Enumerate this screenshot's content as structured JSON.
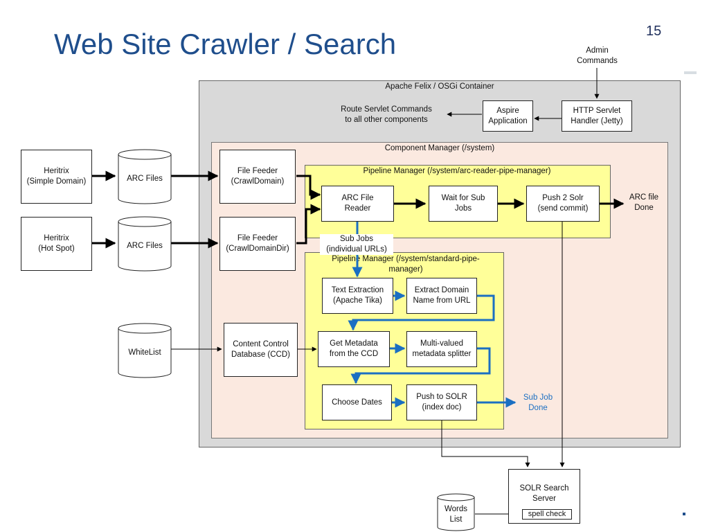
{
  "slide": {
    "title": "Web Site Crawler / Search",
    "page_number": "15"
  },
  "colors": {
    "title": "#1f4e8c",
    "outer_container": "#d9d9d9",
    "component_manager": "#fbe9e0",
    "pipeline_manager": "#ffff99",
    "blue_flow": "#1b6fc2"
  },
  "diagram": {
    "containers": {
      "osgi": "Apache Felix / OSGi Container",
      "component_manager": "Component Manager (/system)",
      "arc_pipeline": "Pipeline Manager (/system/arc-reader-pipe-manager)",
      "std_pipeline": "Pipeline Manager (/system/standard-pipe-\nmanager)"
    },
    "labels": {
      "admin_commands": "Admin\nCommands",
      "route_servlet": "Route Servlet Commands\nto all other components",
      "arc_file_done": "ARC file\nDone",
      "sub_jobs": "Sub Jobs\n(individual URLs)",
      "sub_job_done": "Sub Job\nDone"
    },
    "boxes": {
      "http_servlet": "HTTP Servlet\nHandler (Jetty)",
      "aspire_app": "Aspire\nApplication",
      "heritrix_simple": "Heritrix\n(Simple Domain)",
      "heritrix_hot": "Heritrix\n(Hot Spot)",
      "file_feeder_1": "File Feeder\n(CrawlDomain)",
      "file_feeder_2": "File Feeder\n(CrawlDomainDir)",
      "arc_file_reader": "ARC File\nReader",
      "wait_sub_jobs": "Wait for Sub\nJobs",
      "push_2_solr": "Push 2 Solr\n(send commit)",
      "text_extraction": "Text Extraction\n(Apache Tika)",
      "extract_domain": "Extract Domain\nName from URL",
      "content_control": "Content Control\nDatabase (CCD)",
      "get_metadata": "Get Metadata\nfrom the CCD",
      "multi_valued": "Multi-valued\nmetadata splitter",
      "choose_dates": "Choose Dates",
      "push_to_solr": "Push to SOLR\n(index doc)",
      "solr_server": "SOLR Search\nServer",
      "spell_check": "spell check"
    },
    "cylinders": {
      "arc_files_1": "ARC Files",
      "arc_files_2": "ARC Files",
      "whitelist": "WhiteList",
      "words_list": "Words\nList"
    }
  }
}
